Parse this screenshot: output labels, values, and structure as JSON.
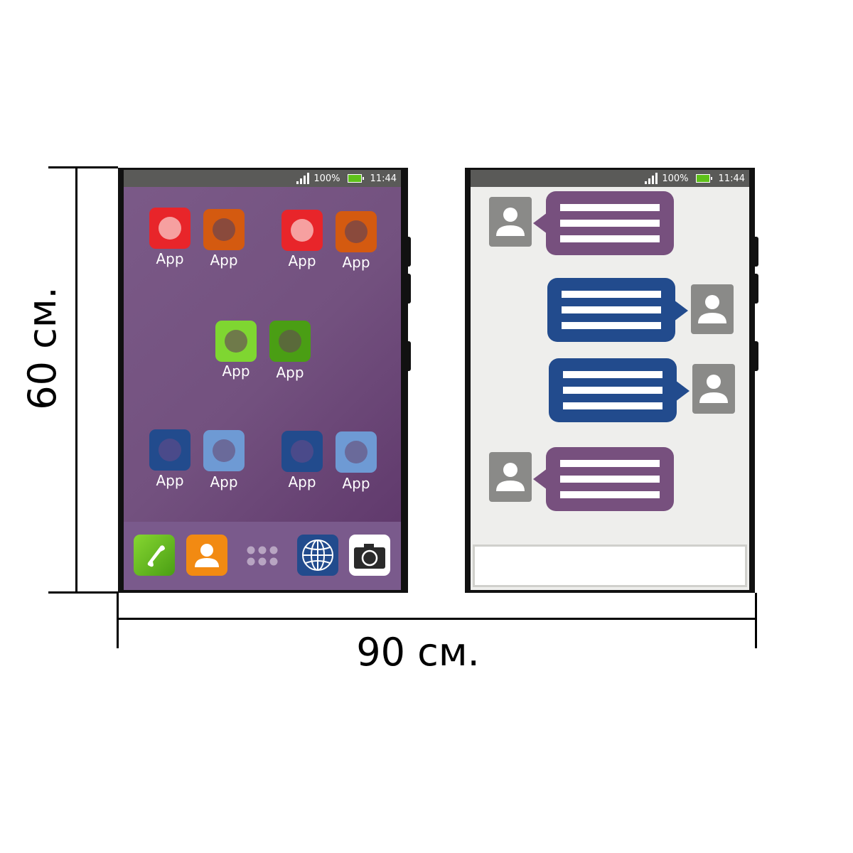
{
  "dimensions": {
    "height_label": "60 см.",
    "width_label": "90 см."
  },
  "status_bar": {
    "battery_percent": "100%",
    "time": "11:44",
    "icons": [
      "signal-icon",
      "battery-icon"
    ]
  },
  "home_screen": {
    "apps": [
      {
        "label": "App",
        "color": "#e8252a",
        "dot": "#f6a0a0"
      },
      {
        "label": "App",
        "color": "#d45a10",
        "dot": "#8a4a3c"
      },
      {
        "label": "App",
        "color": "#e8252a",
        "dot": "#f6a0a0"
      },
      {
        "label": "App",
        "color": "#d45a10",
        "dot": "#8a4a3c"
      },
      {
        "label": "App",
        "color": "#7fd631",
        "dot": "#6f7a4a"
      },
      {
        "label": "App",
        "color": "#4a9e14",
        "dot": "#5a6a3a"
      },
      {
        "label": "App",
        "color": "#224b8d",
        "dot": "#4a4a8a"
      },
      {
        "label": "App",
        "color": "#6e9ad4",
        "dot": "#6a6a9a"
      },
      {
        "label": "App",
        "color": "#224b8d",
        "dot": "#4a4a8a"
      },
      {
        "label": "App",
        "color": "#6e9ad4",
        "dot": "#6a6a9a"
      }
    ],
    "dock": [
      "phone-icon",
      "contacts-icon",
      "app-grid-icon",
      "globe-icon",
      "camera-icon"
    ],
    "colors": {
      "wallpaper": "#73517f",
      "dock": "#7a5a8c"
    }
  },
  "chat_screen": {
    "colors": {
      "incoming": "#77507e",
      "outgoing": "#224b8d",
      "background": "#eeeeec",
      "avatar": "#8a8a88"
    },
    "messages": [
      {
        "direction": "incoming",
        "lines": 3
      },
      {
        "direction": "outgoing",
        "lines": 3
      },
      {
        "direction": "outgoing",
        "lines": 3
      },
      {
        "direction": "incoming",
        "lines": 3
      }
    ]
  }
}
